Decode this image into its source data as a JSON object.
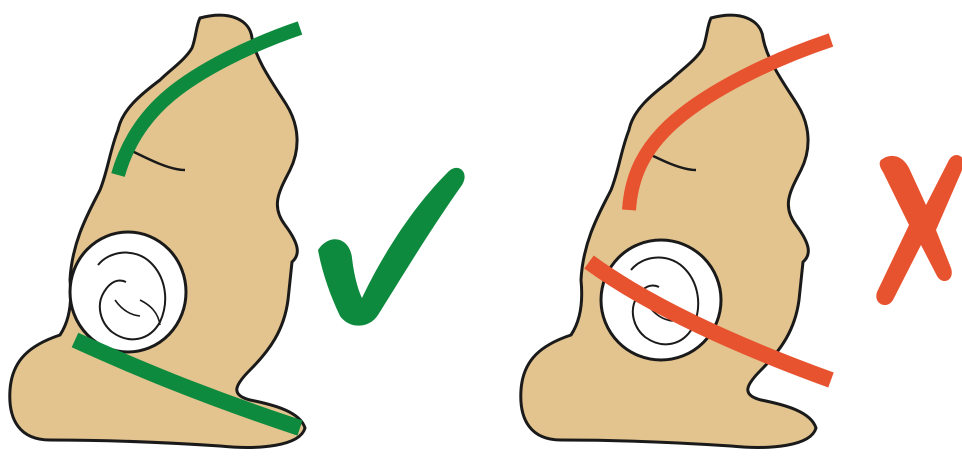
{
  "colors": {
    "skin": "#e3c48f",
    "outline": "#1a1a1a",
    "womb": "#ffffff",
    "correct": "#0e8a3e",
    "incorrect": "#e8532f",
    "background": "#ffffff"
  },
  "panels": [
    {
      "verdict": "correct",
      "belt_position": "below-belly",
      "mark_icon": "checkmark-icon"
    },
    {
      "verdict": "incorrect",
      "belt_position": "across-belly",
      "mark_icon": "cross-icon"
    }
  ]
}
